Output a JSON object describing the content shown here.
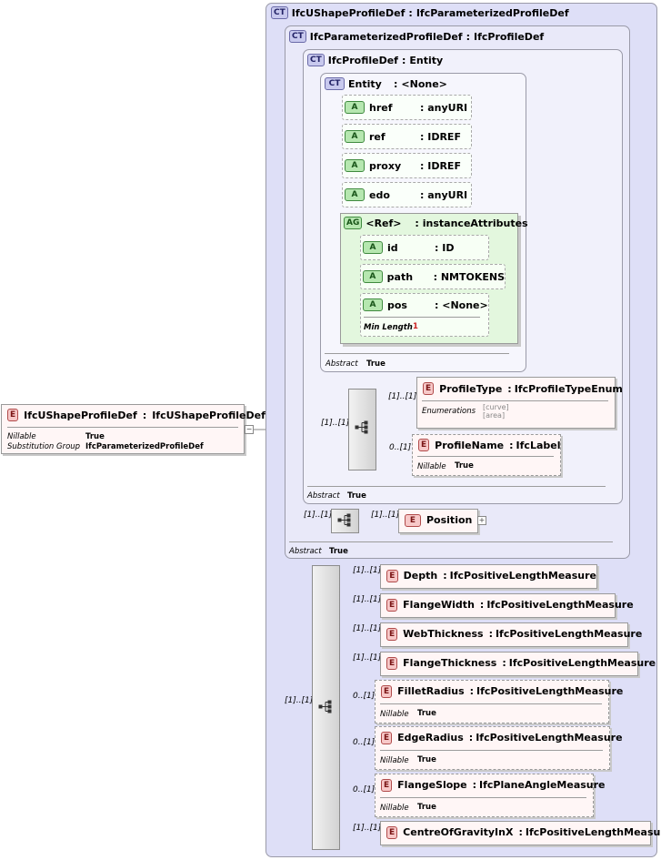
{
  "root": {
    "name": "IfcUShapeProfileDef",
    "type": "IfcUShapeProfileDef",
    "props": [
      {
        "name": "Nillable",
        "value": "True"
      },
      {
        "name": "Substitution Group",
        "value": "IfcParameterizedProfileDef"
      }
    ]
  },
  "types": {
    "ct1": {
      "badge": "CT",
      "name": "IfcUShapeProfileDef",
      "type": "IfcParameterizedProfileDef"
    },
    "ct2": {
      "badge": "CT",
      "name": "IfcParameterizedProfileDef",
      "type": "IfcProfileDef",
      "abstract_label": "Abstract",
      "abstract_value": "True"
    },
    "ct3": {
      "badge": "CT",
      "name": "IfcProfileDef",
      "type": "Entity",
      "abstract_label": "Abstract",
      "abstract_value": "True"
    },
    "ct4": {
      "badge": "CT",
      "name": "Entity",
      "type": "<None>",
      "abstract_label": "Abstract",
      "abstract_value": "True"
    }
  },
  "entity_attributes": [
    {
      "badge": "A",
      "name": "href",
      "type": "anyURI"
    },
    {
      "badge": "A",
      "name": "ref",
      "type": "IDREF"
    },
    {
      "badge": "A",
      "name": "proxy",
      "type": "IDREF"
    },
    {
      "badge": "A",
      "name": "edo",
      "type": "anyURI"
    }
  ],
  "attribute_group": {
    "badge": "AG",
    "name": "<Ref>",
    "type": "instanceAttributes",
    "attributes": [
      {
        "badge": "A",
        "name": "id",
        "type": "ID"
      },
      {
        "badge": "A",
        "name": "path",
        "type": "NMTOKENS"
      },
      {
        "badge": "A",
        "name": "pos",
        "type": "<None>",
        "prop_name": "Min Length",
        "prop_value": "1"
      }
    ]
  },
  "profile_sequence": {
    "multiplicity": "[1]..[1]",
    "elements": [
      {
        "badge": "E",
        "name": "ProfileType",
        "type": "IfcProfileTypeEnum",
        "multiplicity": "[1]..[1]",
        "prop_name": "Enumerations",
        "enum_values": [
          "[curve]",
          "[area]"
        ]
      },
      {
        "badge": "E",
        "name": "ProfileName",
        "type": "IfcLabel",
        "multiplicity": "0..[1]",
        "prop_name": "Nillable",
        "prop_value": "True"
      }
    ]
  },
  "position_sequence": {
    "multiplicity": "[1]..[1]",
    "element": {
      "badge": "E",
      "name": "Position",
      "multiplicity": "[1]..[1]",
      "expand": "+"
    }
  },
  "main_sequence": {
    "multiplicity": "[1]..[1]",
    "elements": [
      {
        "badge": "E",
        "name": "Depth",
        "type": "IfcPositiveLengthMeasure",
        "multiplicity": "[1]..[1]"
      },
      {
        "badge": "E",
        "name": "FlangeWidth",
        "type": "IfcPositiveLengthMeasure",
        "multiplicity": "[1]..[1]"
      },
      {
        "badge": "E",
        "name": "WebThickness",
        "type": "IfcPositiveLengthMeasure",
        "multiplicity": "[1]..[1]"
      },
      {
        "badge": "E",
        "name": "FlangeThickness",
        "type": "IfcPositiveLengthMeasure",
        "multiplicity": "[1]..[1]"
      },
      {
        "badge": "E",
        "name": "FilletRadius",
        "type": "IfcPositiveLengthMeasure",
        "multiplicity": "0..[1]",
        "prop_name": "Nillable",
        "prop_value": "True"
      },
      {
        "badge": "E",
        "name": "EdgeRadius",
        "type": "IfcPositiveLengthMeasure",
        "multiplicity": "0..[1]",
        "prop_name": "Nillable",
        "prop_value": "True"
      },
      {
        "badge": "E",
        "name": "FlangeSlope",
        "type": "IfcPlaneAngleMeasure",
        "multiplicity": "0..[1]",
        "prop_name": "Nillable",
        "prop_value": "True"
      },
      {
        "badge": "E",
        "name": "CentreOfGravityInX",
        "type": "IfcPositiveLengthMeasure",
        "multiplicity": "[1]..[1]"
      }
    ]
  },
  "collapse_symbol": "−"
}
